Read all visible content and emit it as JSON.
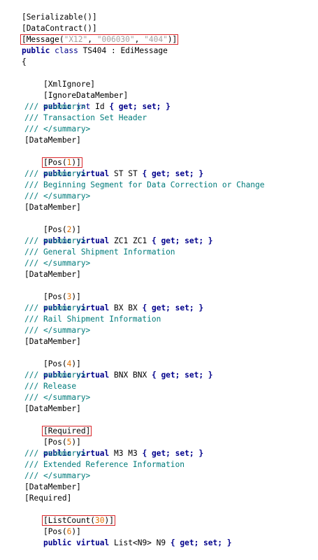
{
  "header": {
    "attr_serializable": "[Serializable()]",
    "attr_datacontract": "[DataContract()]",
    "attr_message_open": "[Message(",
    "attr_message_a1": "\"X12\"",
    "attr_message_sep1": ", ",
    "attr_message_a2": "\"006030\"",
    "attr_message_sep2": ", ",
    "attr_message_a3": "\"404\"",
    "attr_message_close": ")]",
    "kw_public": "public",
    "kw_class": "class",
    "class_decl": "TS404 : EdiMessage",
    "open_brace": "{"
  },
  "members": {
    "xmlignore": "[XmlIgnore]",
    "ignoredatamember": "[IgnoreDataMember]",
    "datamember": "[DataMember]",
    "required": "[Required]",
    "listcount_open": "[ListCount(",
    "listcount_val": "30",
    "listcount_close": ")]",
    "pos_open": "[Pos(",
    "pos_close": ")]",
    "summary_open": "/// <summary>",
    "summary_close": "/// </summary>",
    "kw_public": "public",
    "kw_virtual": "virtual",
    "kw_int": "int",
    "get_set": "{ get; set; }",
    "id_name": "Id",
    "props": [
      {
        "pos": "1",
        "summary": "/// Transaction Set Header",
        "type": "ST",
        "name": "ST"
      },
      {
        "pos": "2",
        "summary": "/// Beginning Segment for Data Correction or Change",
        "type": "ZC1",
        "name": "ZC1"
      },
      {
        "pos": "3",
        "summary": "/// General Shipment Information",
        "type": "BX",
        "name": "BX"
      },
      {
        "pos": "4",
        "summary": "/// Rail Shipment Information",
        "type": "BNX",
        "name": "BNX"
      },
      {
        "pos": "5",
        "summary": "/// Release",
        "type": "M3",
        "name": "M3"
      },
      {
        "pos": "6",
        "summary": "/// Extended Reference Information",
        "type": "List<N9>",
        "name": "N9"
      }
    ]
  },
  "colors": {
    "keyword": "#00008b",
    "comment": "#007b7b",
    "string": "#a0a0a0",
    "number": "#e07000",
    "highlight_box": "#d9262a"
  }
}
